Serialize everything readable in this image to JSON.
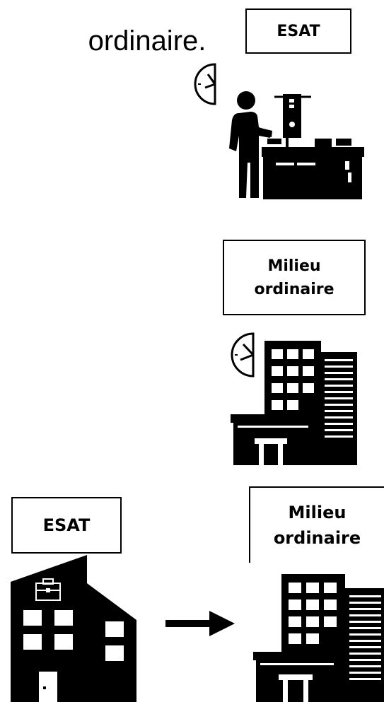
{
  "top_text": "ordinaire.",
  "panels": {
    "esat_worker": {
      "label": "ESAT",
      "clock_icon": "clock-icon",
      "icon": "worker-at-workstation-icon"
    },
    "milieu_building": {
      "label_line1": "Milieu",
      "label_line2": "ordinaire",
      "clock_icon": "clock-icon",
      "icon": "office-building-icon"
    },
    "transition": {
      "from_label": "ESAT",
      "to_label_line1": "Milieu",
      "to_label_line2": "ordinaire",
      "from_icon": "esat-building-icon",
      "arrow_icon": "right-arrow-icon",
      "to_icon": "office-building-icon"
    }
  },
  "colors": {
    "ink": "#000000",
    "paper": "#ffffff"
  }
}
